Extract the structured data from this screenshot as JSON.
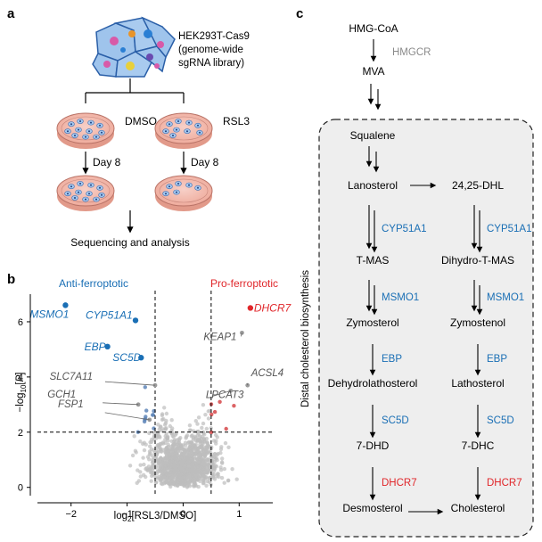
{
  "panels": {
    "a": "a",
    "b": "b",
    "c": "c"
  },
  "panel_a": {
    "cell_line": [
      "HEK293T-Cas9",
      "(genome-wide",
      "sgRNA library)"
    ],
    "treatments": [
      "DMSO",
      "RSL3"
    ],
    "day": "Day 8",
    "final_step": "Sequencing and analysis"
  },
  "panel_c": {
    "start": "HMG-CoA",
    "enzyme_top": "HMGCR",
    "mva": "MVA",
    "box_label": "Distal cholesterol biosynthesis",
    "squalene": "Squalene",
    "lanosterol": "Lanosterol",
    "dhl": "24,25-DHL",
    "left_branch": [
      "T-MAS",
      "Zymosterol",
      "Dehydrolathosterol",
      "7-DHD",
      "Desmosterol"
    ],
    "right_branch": [
      "Dihydro-T-MAS",
      "Zymostenol",
      "Lathosterol",
      "7-DHC",
      "Cholesterol"
    ],
    "enzymes": [
      "CYP51A1",
      "MSMO1",
      "EBP",
      "SC5D",
      "DHCR7"
    ]
  },
  "colors": {
    "blue": "#1a6fb5",
    "red": "#e0272b",
    "gray": "#8a8a8a"
  },
  "chart_data": {
    "type": "scatter",
    "title": "",
    "xlabel": "log2[RSL3/DMSO]",
    "ylabel": "−log10[P]",
    "xlim": [
      -2.6,
      1.6
    ],
    "ylim": [
      -0.3,
      7.0
    ],
    "xticks": [
      -2,
      -1,
      0,
      1
    ],
    "yticks": [
      0,
      2,
      4,
      6
    ],
    "thresholds": {
      "x": [
        -0.5,
        0.5
      ],
      "y": 2
    },
    "categories": {
      "left": "Anti-ferroptotic",
      "right": "Pro-ferroptotic"
    },
    "highlighted": [
      {
        "label": "MSMO1",
        "x": -2.1,
        "y": 6.6,
        "group": "anti"
      },
      {
        "label": "CYP51A1",
        "x": -0.85,
        "y": 6.05,
        "group": "anti"
      },
      {
        "label": "EBP",
        "x": -1.35,
        "y": 5.1,
        "group": "anti"
      },
      {
        "label": "SC5D",
        "x": -0.75,
        "y": 4.7,
        "group": "anti"
      },
      {
        "label": "DHCR7",
        "x": 1.2,
        "y": 6.5,
        "group": "pro"
      }
    ],
    "annotated": [
      {
        "label": "KEAP1",
        "x": 1.05,
        "y": 5.6
      },
      {
        "label": "ACSL4",
        "x": 1.15,
        "y": 3.7
      },
      {
        "label": "LPCAT3",
        "x": 0.85,
        "y": 3.5
      },
      {
        "label": "SLC7A11",
        "x": -0.5,
        "y": 3.7
      },
      {
        "label": "GCH1",
        "x": -0.8,
        "y": 3.0
      },
      {
        "label": "FSP1",
        "x": -0.6,
        "y": 2.45
      }
    ]
  }
}
